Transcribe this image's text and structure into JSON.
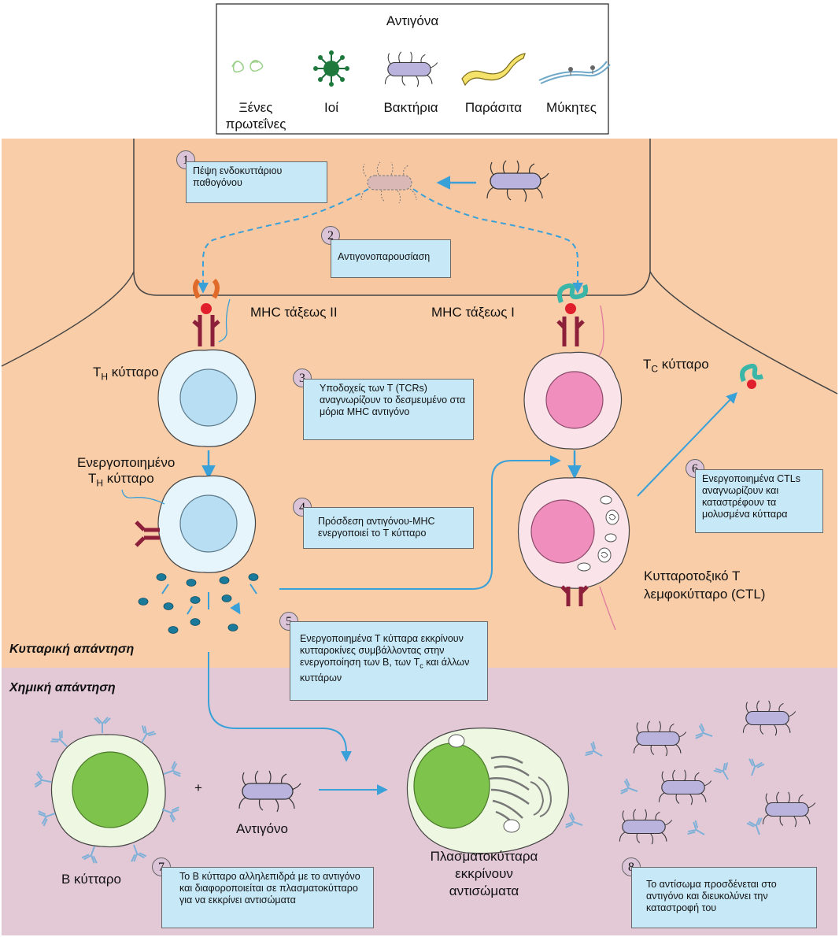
{
  "legend": {
    "title": "Αντιγόνα",
    "items": [
      {
        "label": "Ξένες πρωτεΐνες",
        "line1": "Ξένες",
        "line2": "πρωτεΐνες"
      },
      {
        "label": "Ιοί"
      },
      {
        "label": "Βακτήρια"
      },
      {
        "label": "Παράσιτα"
      },
      {
        "label": "Μύκητες"
      }
    ]
  },
  "sections": {
    "cellular": "Κυτταρική απάντηση",
    "chemical": "Χημική απάντηση"
  },
  "steps": [
    {
      "n": "1",
      "text": "Πέψη ενδοκυττάριου παθογόνου"
    },
    {
      "n": "2",
      "text": "Αντιγονοπαρουσίαση"
    },
    {
      "n": "3",
      "text": "Υποδοχείς των Τ (TCRs) αναγνωρίζουν το δεσμευμένο στα μόρια MHC αντιγόνο"
    },
    {
      "n": "4",
      "text": "Πρόσδεση αντιγόνου-MHC ενεργοποιεί το Τ κύτταρο"
    },
    {
      "n": "5",
      "text": "Ενεργοποιημένα Τ κύτταρα εκκρίνουν κυτταροκίνες συμβάλλοντας στην ενεργοποίηση των Β, των Tc και άλλων κυττάρων",
      "prefix": "Ενεργοποιημένα Τ κύτταρα εκκρίνουν κυτταροκίνες συμβάλλοντας στην ενεργοποίηση των Β, των T",
      "sub": "c",
      "suffix": " και άλλων κυττάρων"
    },
    {
      "n": "6",
      "text": "Ενεργοποιημένα CTLs αναγνωρίζουν και καταστρέφουν τα μολυσμένα κύτταρα"
    },
    {
      "n": "7",
      "text": "Το Β κύτταρο αλληλεπιδρά με το αντιγόνο και διαφοροποιείται σε πλασματοκύτταρο για να εκκρίνει αντισώματα"
    },
    {
      "n": "8",
      "text": "Το αντίσωμα προσδένεται στο αντιγόνο και διευκολύνει την καταστροφή του"
    }
  ],
  "labels": {
    "mhc2": "MHC τάξεως ΙΙ",
    "mhc1": "MHC τάξεως Ι",
    "th_cell": {
      "main": "T",
      "sub": "H",
      "rest": " κύτταρο"
    },
    "tc_cell": {
      "main": "T",
      "sub": "C",
      "rest": " κύτταρο"
    },
    "active_th": {
      "line1": "Ενεργοποιημένο",
      "main": "T",
      "sub": "H",
      "rest": " κύτταρο"
    },
    "ctl": {
      "line1": "Κυτταροτοξικό Τ",
      "line2": "λεμφοκύτταρο (CTL)"
    },
    "antigen": "Αντιγόνο",
    "b_cell": "Β κύτταρο",
    "plasma": {
      "line1": "Πλασματοκύτταρα",
      "line2": "εκκρίνουν",
      "line3": "αντισώματα"
    },
    "plus": "+"
  },
  "colors": {
    "top_bg": "#f9cda8",
    "bottom_bg": "#e3c9d6",
    "box_bg": "#c7e8f7",
    "arrow": "#3aa0d8",
    "th_nucleus": "#b8def4",
    "tc_nucleus": "#f08fbd",
    "b_nucleus": "#7ec34b",
    "bacterium": "#b9b3dd"
  }
}
